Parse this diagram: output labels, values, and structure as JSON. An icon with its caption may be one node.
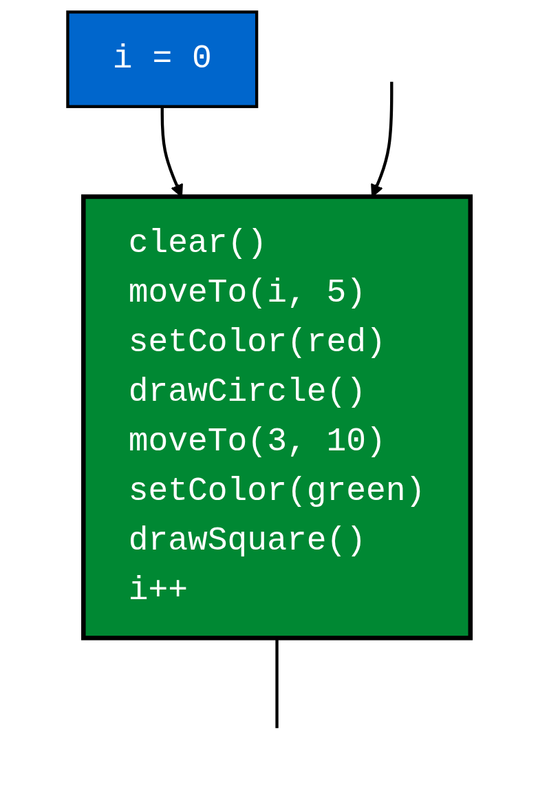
{
  "diagram": {
    "nodes": [
      {
        "text": [
          "i = 0"
        ]
      },
      {
        "text": [
          "clear()",
          "moveTo(i, 5)",
          "setColor(red)",
          "drawCircle()",
          "moveTo(3, 10)",
          "setColor(green)",
          "drawSquare()",
          "i++"
        ]
      }
    ],
    "edges": [
      {
        "from": 0,
        "to": 1,
        "arrow": "to"
      },
      {
        "from": null,
        "to": 1,
        "arrow": "to"
      },
      {
        "from": 1,
        "to": null,
        "arrow": "none"
      }
    ]
  }
}
